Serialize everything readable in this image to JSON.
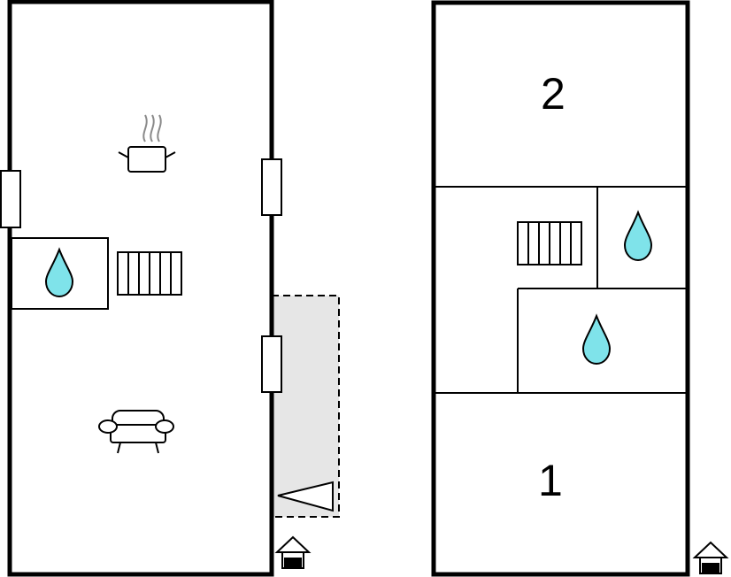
{
  "plan": {
    "left_floor": {
      "icons": [
        "kitchen-pot-icon",
        "water-drop-icon",
        "stairs-icon",
        "armchair-icon",
        "entrance-house-icon"
      ],
      "terrace": "dashed-terrace-area"
    },
    "right_floor": {
      "room_labels": [
        "2",
        "1"
      ],
      "icons": [
        "stairs-icon",
        "water-drop-icon",
        "water-drop-icon",
        "entrance-house-icon"
      ]
    },
    "colors": {
      "wall": "#000000",
      "water": "#7fe3ea",
      "terrace": "#e6e6e6",
      "steam": "#8a8a8a"
    }
  }
}
